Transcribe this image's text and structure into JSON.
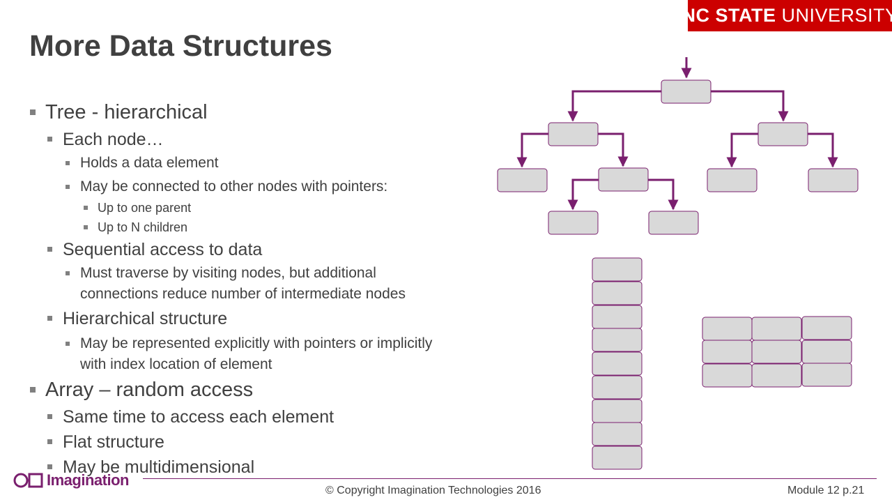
{
  "header": {
    "brand_strong": "NC STATE",
    "brand_rest": "UNIVERSITY",
    "brand_color": "#cc0000"
  },
  "slide": {
    "title": "More Data Structures",
    "bullets": [
      "Tree - hierarchical",
      "Each node…",
      "Holds a data element",
      "May be connected to other nodes with pointers:",
      "Up to one parent",
      "Up to N children",
      "Sequential access to data",
      "Must traverse by visiting nodes, but additional",
      "connections reduce number of intermediate nodes",
      "Hierarchical structure",
      "May be represented explicitly with pointers or implicitly",
      "with index location of element",
      "Array – random access",
      "Same time to access each element",
      "Flat structure",
      "May be multidimensional"
    ]
  },
  "diagram": {
    "node_fill": "#d9d9d9",
    "edge_color": "#7a1f6e",
    "icons": [
      "tree-diagram",
      "1d-array-diagram",
      "2d-array-diagram"
    ]
  },
  "footer": {
    "copyright": "© Copyright Imagination Technologies 2016",
    "page": "Module 12 p.21",
    "logo_text": "Imagination",
    "accent_color": "#7a1f6e"
  }
}
